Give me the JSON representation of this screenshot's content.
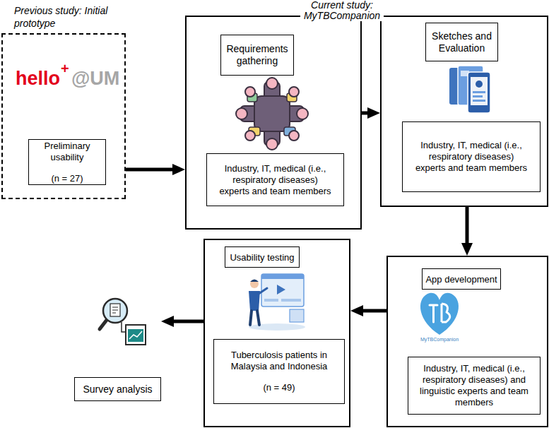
{
  "diagram": {
    "nodes": [
      {
        "text": [
          "Previous study: Initial prototype"
        ]
      },
      {
        "text": [
          "Preliminary usability",
          "(n = 27)"
        ],
        "in": 0
      },
      {
        "text": []
      },
      {
        "text": [
          "Requirements gathering"
        ],
        "in": 2
      },
      {
        "text": [
          "Industry, IT, medical (i.e., respiratory diseases) experts and team members"
        ],
        "in": 2
      },
      {
        "text": []
      },
      {
        "text": [
          "Sketches and Evaluation"
        ],
        "in": 5
      },
      {
        "text": [
          "Industry, IT, medical (i.e., respiratory diseases) experts and team members"
        ],
        "in": 5
      },
      {
        "text": []
      },
      {
        "text": [
          "App development"
        ],
        "in": 8
      },
      {
        "text": [
          "Industry, IT, medical (i.e., respiratory diseases) and linguistic experts and team members"
        ],
        "in": 8
      },
      {
        "text": []
      },
      {
        "text": [
          "Usability testing"
        ],
        "in": 11
      },
      {
        "text": [
          "Tuberculosis patients in Malaysia and Indonesia",
          "(n = 49)"
        ],
        "in": 11
      },
      {
        "text": [
          "Survey analysis"
        ]
      }
    ],
    "edges": [
      {
        "from": 0,
        "to": 2,
        "arrow": "to"
      },
      {
        "from": 2,
        "to": 5,
        "arrow": "to"
      },
      {
        "from": 5,
        "to": 8,
        "arrow": "to"
      },
      {
        "from": 8,
        "to": 11,
        "arrow": "to"
      },
      {
        "from": 11,
        "to": 14,
        "arrow": "to"
      }
    ],
    "labels": [
      "hello",
      "+",
      "@UM",
      "Current study: MyTBCompanion",
      "MyTBCompanion"
    ]
  }
}
